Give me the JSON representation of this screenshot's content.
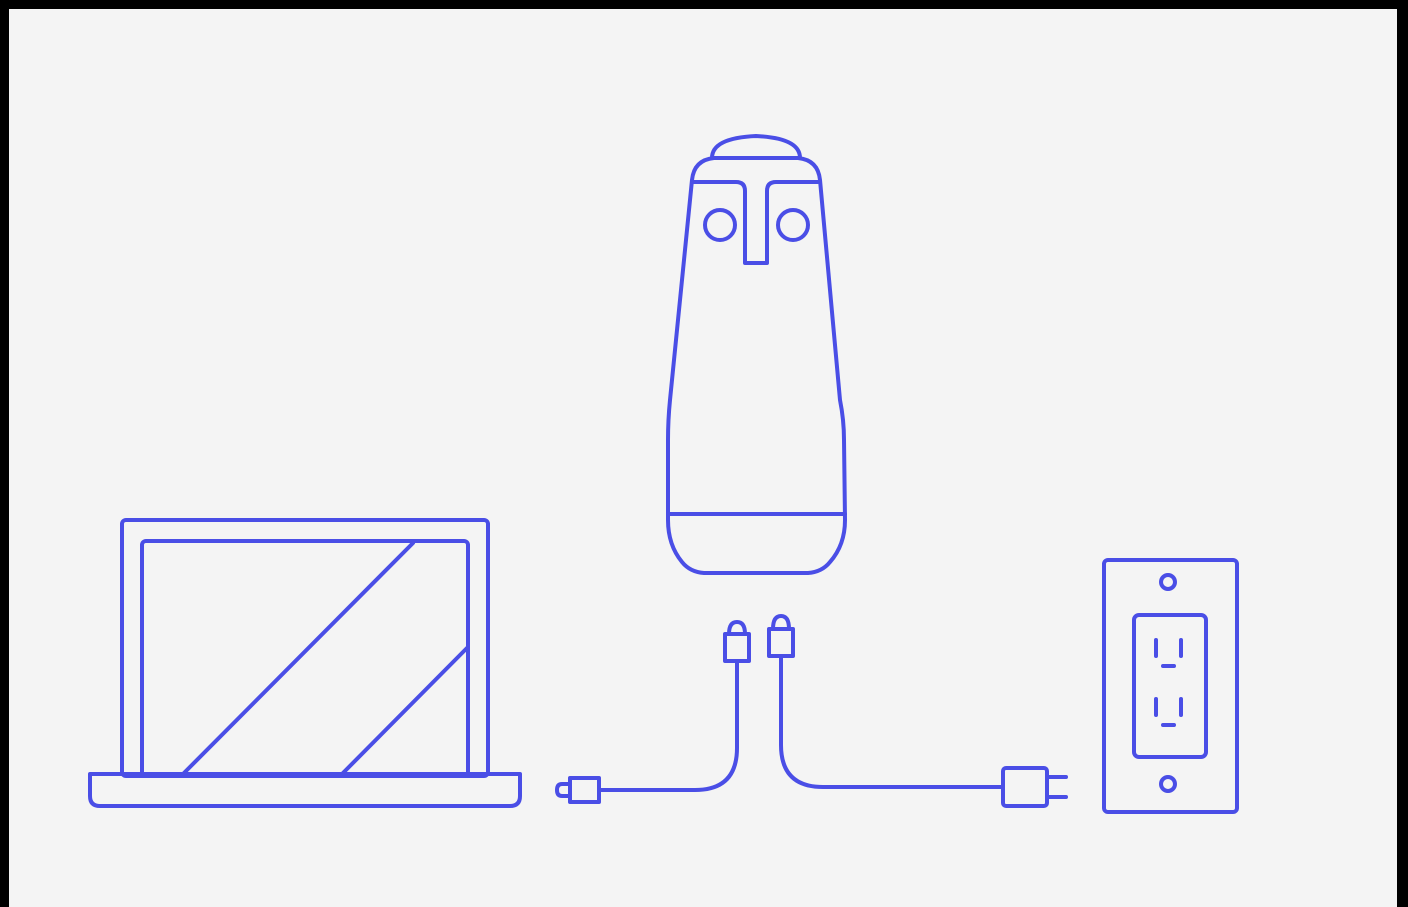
{
  "colors": {
    "line": "#4a4ee6",
    "background": "#f4f4f4",
    "border": "#000000"
  },
  "diagram": {
    "items": [
      {
        "id": "laptop",
        "icon": "laptop-icon"
      },
      {
        "id": "usb-cable",
        "icon": "usb-cable-icon"
      },
      {
        "id": "meeting-camera",
        "icon": "owl-camera-icon"
      },
      {
        "id": "power-cable",
        "icon": "power-cable-icon"
      },
      {
        "id": "wall-outlet",
        "icon": "wall-outlet-icon"
      }
    ],
    "connections": [
      {
        "from": "laptop",
        "to": "meeting-camera",
        "via": "usb-cable"
      },
      {
        "from": "meeting-camera",
        "to": "wall-outlet",
        "via": "power-cable"
      }
    ]
  }
}
